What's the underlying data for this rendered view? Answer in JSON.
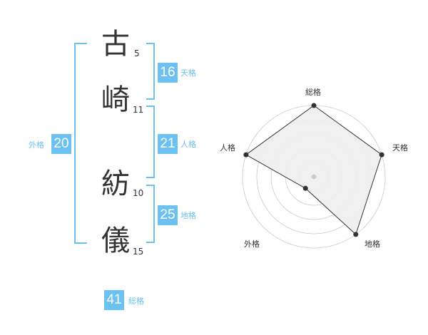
{
  "name": {
    "chars": [
      {
        "char": "古",
        "strokes": "5"
      },
      {
        "char": "崎",
        "strokes": "11"
      },
      {
        "char": "紡",
        "strokes": "10"
      },
      {
        "char": "儀",
        "strokes": "15"
      }
    ]
  },
  "fortune": {
    "tenkaku": {
      "value": "16",
      "label": "天格"
    },
    "jinkaku": {
      "value": "21",
      "label": "人格"
    },
    "chikaku": {
      "value": "25",
      "label": "地格"
    },
    "gaikaku": {
      "value": "20",
      "label": "外格"
    },
    "soukaku": {
      "value": "41",
      "label": "総格"
    }
  },
  "radar": {
    "axes": [
      "総格",
      "天格",
      "地格",
      "外格",
      "人格"
    ],
    "levels": 5,
    "values": [
      5,
      5,
      5,
      1,
      5
    ],
    "max": 5
  },
  "colors": {
    "accent": "#6cc1f0",
    "text": "#333333",
    "grid": "#cccccc",
    "fill": "#eeeeee"
  }
}
